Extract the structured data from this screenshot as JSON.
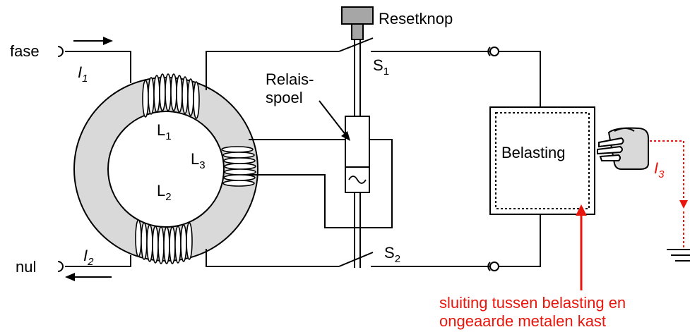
{
  "labels": {
    "fase": "fase",
    "nul": "nul",
    "i1": "I",
    "i1_sub": "1",
    "i2": "I",
    "i2_sub": "2",
    "i3": "I",
    "i3_sub": "3",
    "l1": "L",
    "l1_sub": "1",
    "l2": "L",
    "l2_sub": "2",
    "l3": "L",
    "l3_sub": "3",
    "resetknop": "Resetknop",
    "relais_line1": "Relais-",
    "relais_line2": "spoel",
    "s1": "S",
    "s1_sub": "1",
    "s2": "S",
    "s2_sub": "2",
    "belasting": "Belasting",
    "fault_line1": "sluiting tussen belasting en",
    "fault_line2": "ongeaarde metalen kast"
  },
  "colors": {
    "accent_red": "#e8160c",
    "ring_gray": "#d9d9d9",
    "wire": "#000000"
  },
  "icons": {
    "hand": "pointing-hand-icon",
    "ground": "ground-symbol-icon",
    "ac": "tilde-ac-icon"
  }
}
